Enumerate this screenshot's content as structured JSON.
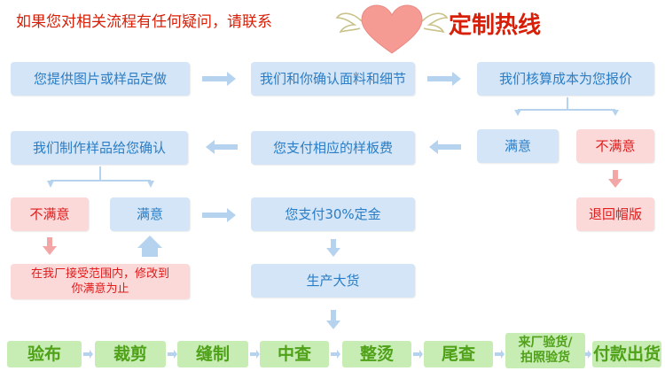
{
  "header": {
    "question": "如果您对相关流程有任何疑问，请联系",
    "title": "定制热线"
  },
  "steps": {
    "provide_image": "您提供图片或样品定做",
    "confirm_fabric": "我们和你确认面料和细节",
    "accounting": "我们核算成本为您报价",
    "satisfied_1": "满意",
    "unsatisfied_1": "不满意",
    "return_hat": "退回帽版",
    "pay_sample_fee": "您支付相应的样板费",
    "make_sample": "我们制作样品给您确认",
    "unsatisfied_2": "不满意",
    "satisfied_2": "满意",
    "pay_deposit": "您支付30%定金",
    "revise": "在我厂接受范围内，修改到你满意为止",
    "mass_production": "生产大货"
  },
  "production": [
    "验布",
    "裁剪",
    "缝制",
    "中查",
    "整烫",
    "尾查",
    "来厂验货/拍照验货",
    "付款出货"
  ],
  "colors": {
    "blue_box": "#d3e5f6",
    "blue_text": "#2a7dc6",
    "pink_box": "#fbd9d9",
    "red_text": "#e11a1a",
    "green_box": "#c7ecb4",
    "green_text": "#4fa118",
    "heart": "#f59b94"
  }
}
